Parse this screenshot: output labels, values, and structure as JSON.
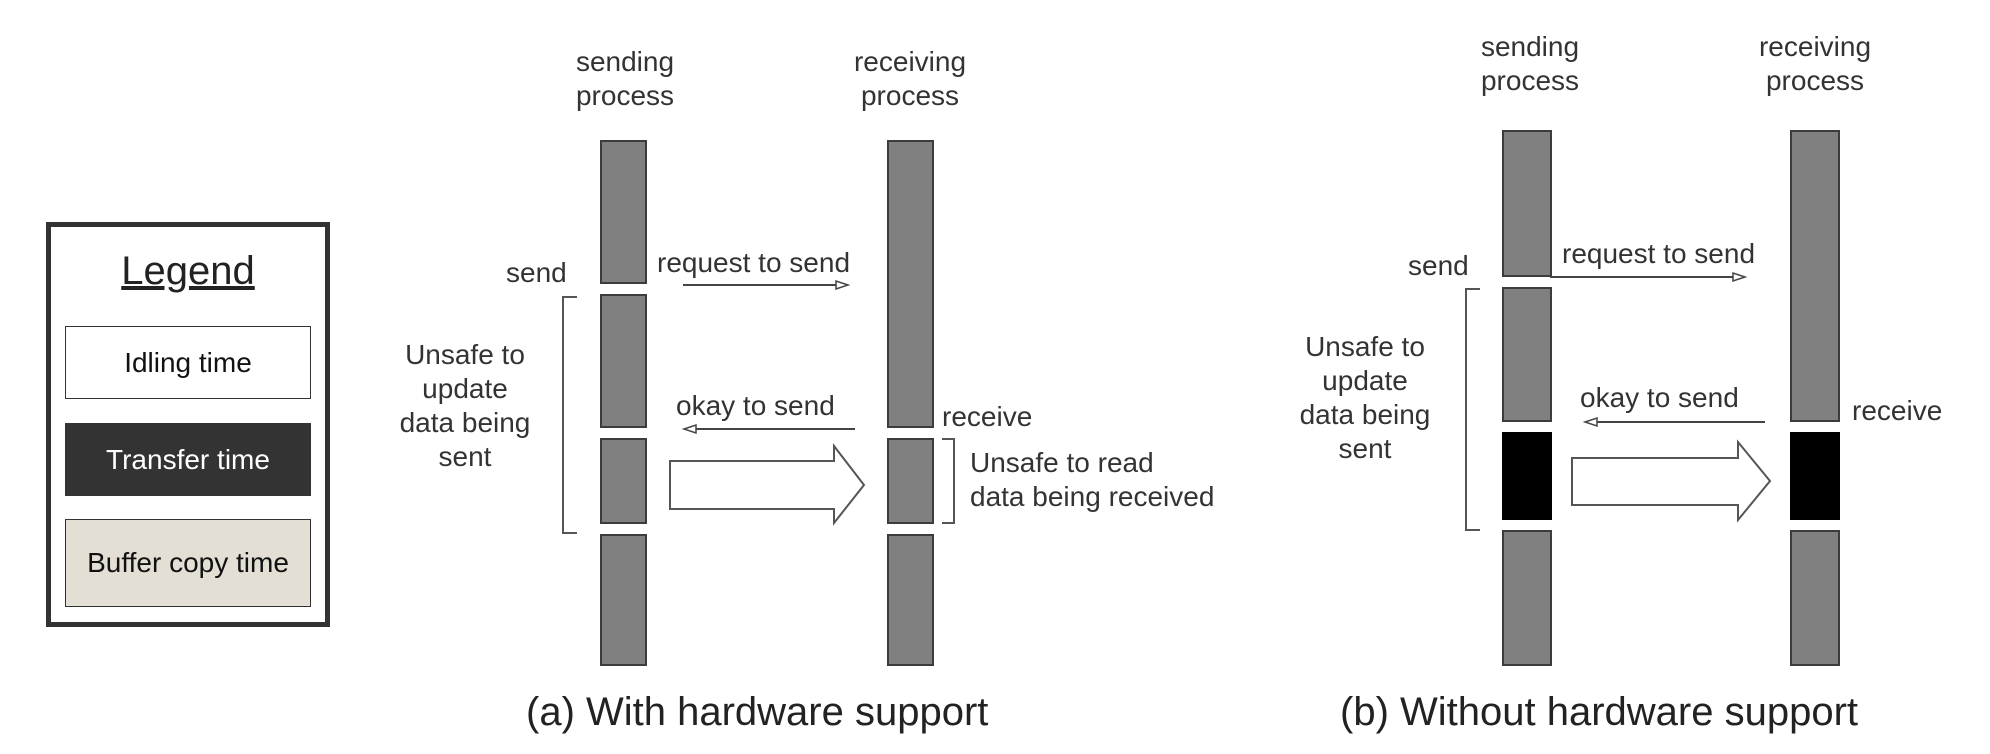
{
  "legend": {
    "title": "Legend",
    "items": [
      {
        "label": "Idling time",
        "color": "#ffffff"
      },
      {
        "label": "Transfer time",
        "color": "#333333"
      },
      {
        "label": "Buffer copy time",
        "color": "#e4dfd4"
      }
    ]
  },
  "panel_a": {
    "sending_process": "sending\nprocess",
    "receiving_process": "receiving\nprocess",
    "send": "send",
    "request_to_send": "request to send",
    "unsafe_update": "Unsafe to\nupdate\ndata being\nsent",
    "okay_to_send": "okay to send",
    "receive": "receive",
    "data": "data",
    "unsafe_read": "Unsafe to read\ndata being received",
    "caption": "(a) With hardware support"
  },
  "panel_b": {
    "sending_process": "sending\nprocess",
    "receiving_process": "receiving\nprocess",
    "send": "send",
    "request_to_send": "request to send",
    "unsafe_update": "Unsafe to\nupdate\ndata being\nsent",
    "okay_to_send": "okay to send",
    "receive": "receive",
    "data": "data",
    "caption": "(b) Without hardware support"
  },
  "colors": {
    "process_bar": "#808080",
    "transfer_bar": "#000000",
    "buffer_copy": "#e4dfd4"
  }
}
